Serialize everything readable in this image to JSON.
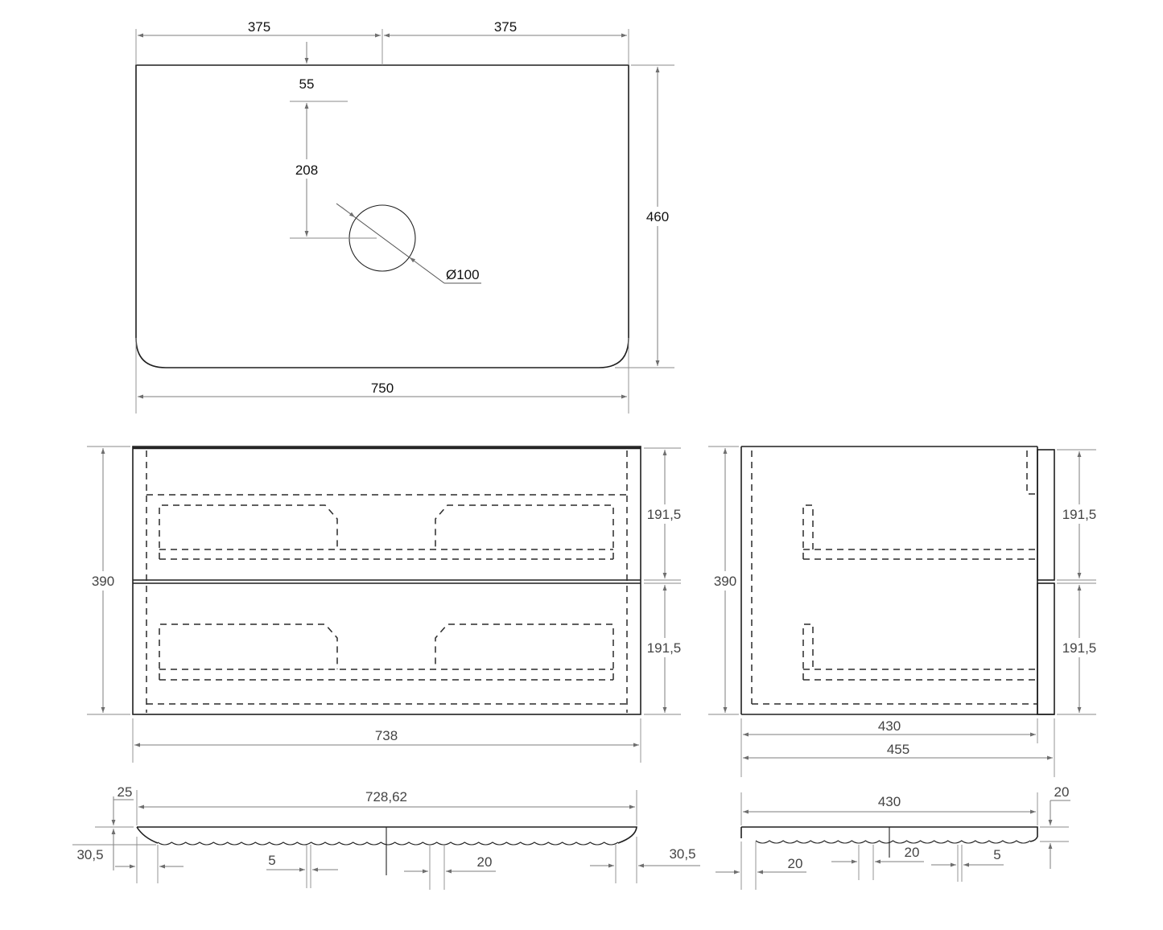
{
  "top_view": {
    "width_left": "375",
    "width_right": "375",
    "offset_top": "55",
    "offset_hole": "208",
    "hole_diameter": "Ø100",
    "depth": "460",
    "width_total": "750"
  },
  "front_view": {
    "height_total": "390",
    "drawer_top": "191,5",
    "drawer_bottom": "191,5",
    "width": "738"
  },
  "side_view": {
    "height_total": "390",
    "drawer_top": "191,5",
    "drawer_bottom": "191,5",
    "depth_inner": "430",
    "depth_outer": "455"
  },
  "front_profile": {
    "lip": "25",
    "length": "728,62",
    "edge_left": "30,5",
    "wave_width": "5",
    "wave_pitch": "20",
    "edge_right": "30,5"
  },
  "side_profile": {
    "length": "430",
    "thickness": "20",
    "edge_left": "20",
    "wave_pitch": "20",
    "wave_width": "5"
  },
  "colors": {
    "line": "#1f1f1f",
    "dimension": "#7d7d7d",
    "background": "#ffffff"
  }
}
